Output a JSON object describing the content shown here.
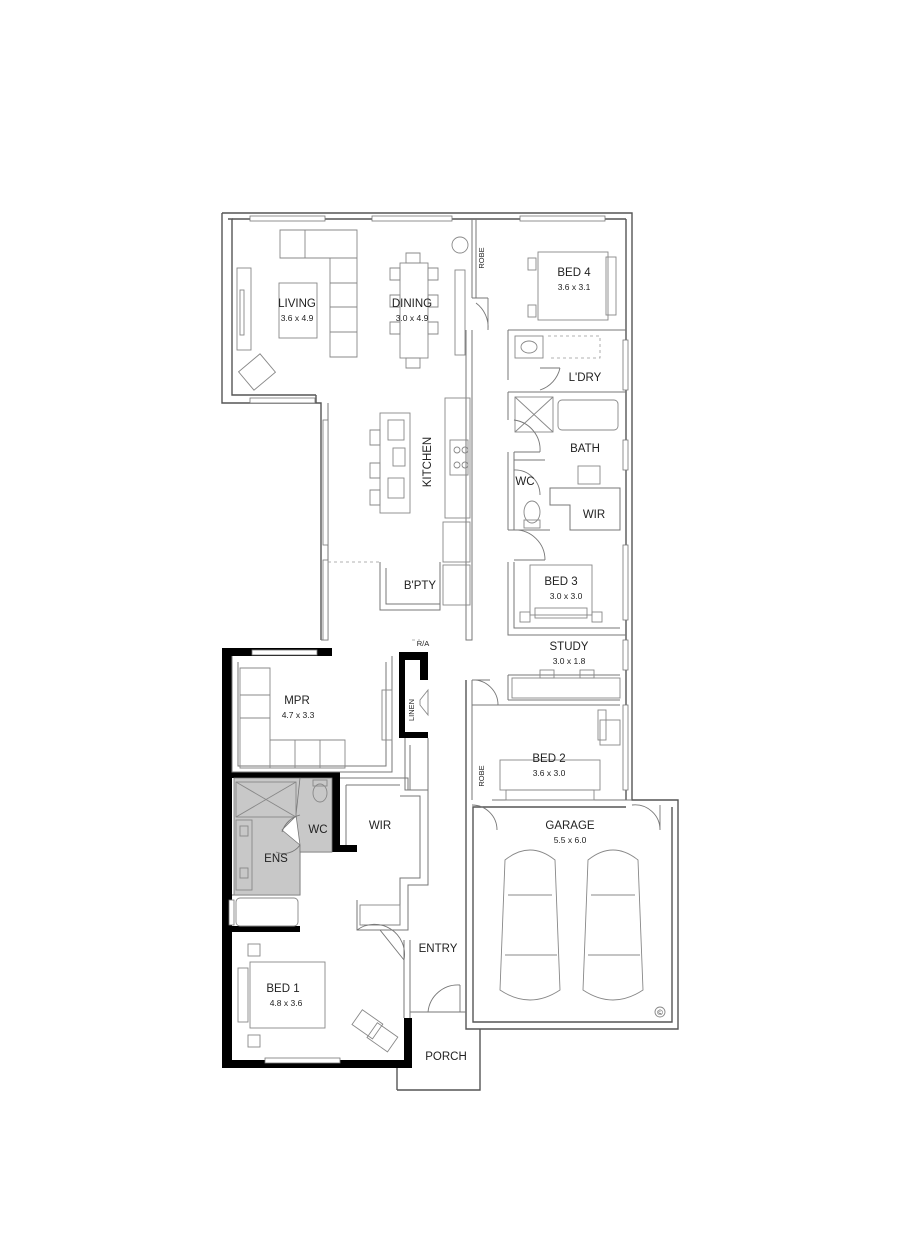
{
  "rooms": {
    "living": {
      "name": "LIVING",
      "size": "3.6 x 4.9"
    },
    "dining": {
      "name": "DINING",
      "size": "3.0 x 4.9"
    },
    "bed4": {
      "name": "BED 4",
      "size": "3.6 x 3.1"
    },
    "robe_bed4": {
      "name": "ROBE"
    },
    "laundry": {
      "name": "L'DRY"
    },
    "kitchen": {
      "name": "KITCHEN"
    },
    "bath": {
      "name": "BATH"
    },
    "wc_main": {
      "name": "WC"
    },
    "wir_bed3": {
      "name": "WIR"
    },
    "bpty": {
      "name": "B'PTY"
    },
    "bed3": {
      "name": "BED 3",
      "size": "3.0 x 3.0"
    },
    "study": {
      "name": "STUDY",
      "size": "3.0 x 1.8"
    },
    "ra": {
      "name": "R/A"
    },
    "mpr": {
      "name": "MPR",
      "size": "4.7 x 3.3"
    },
    "linen": {
      "name": "LINEN"
    },
    "bed2": {
      "name": "BED 2",
      "size": "3.6 x 3.0"
    },
    "robe_bed2": {
      "name": "ROBE"
    },
    "wc_ens": {
      "name": "WC"
    },
    "wir_bed1": {
      "name": "WIR"
    },
    "ens": {
      "name": "ENS"
    },
    "garage": {
      "name": "GARAGE",
      "size": "5.5 x 6.0"
    },
    "entry": {
      "name": "ENTRY"
    },
    "bed1": {
      "name": "BED 1",
      "size": "4.8 x 3.6"
    },
    "porch": {
      "name": "PORCH"
    }
  },
  "copyright_symbol": "©",
  "colors": {
    "wet_area": "#c8c8c8",
    "heavy_wall": "#000000"
  }
}
